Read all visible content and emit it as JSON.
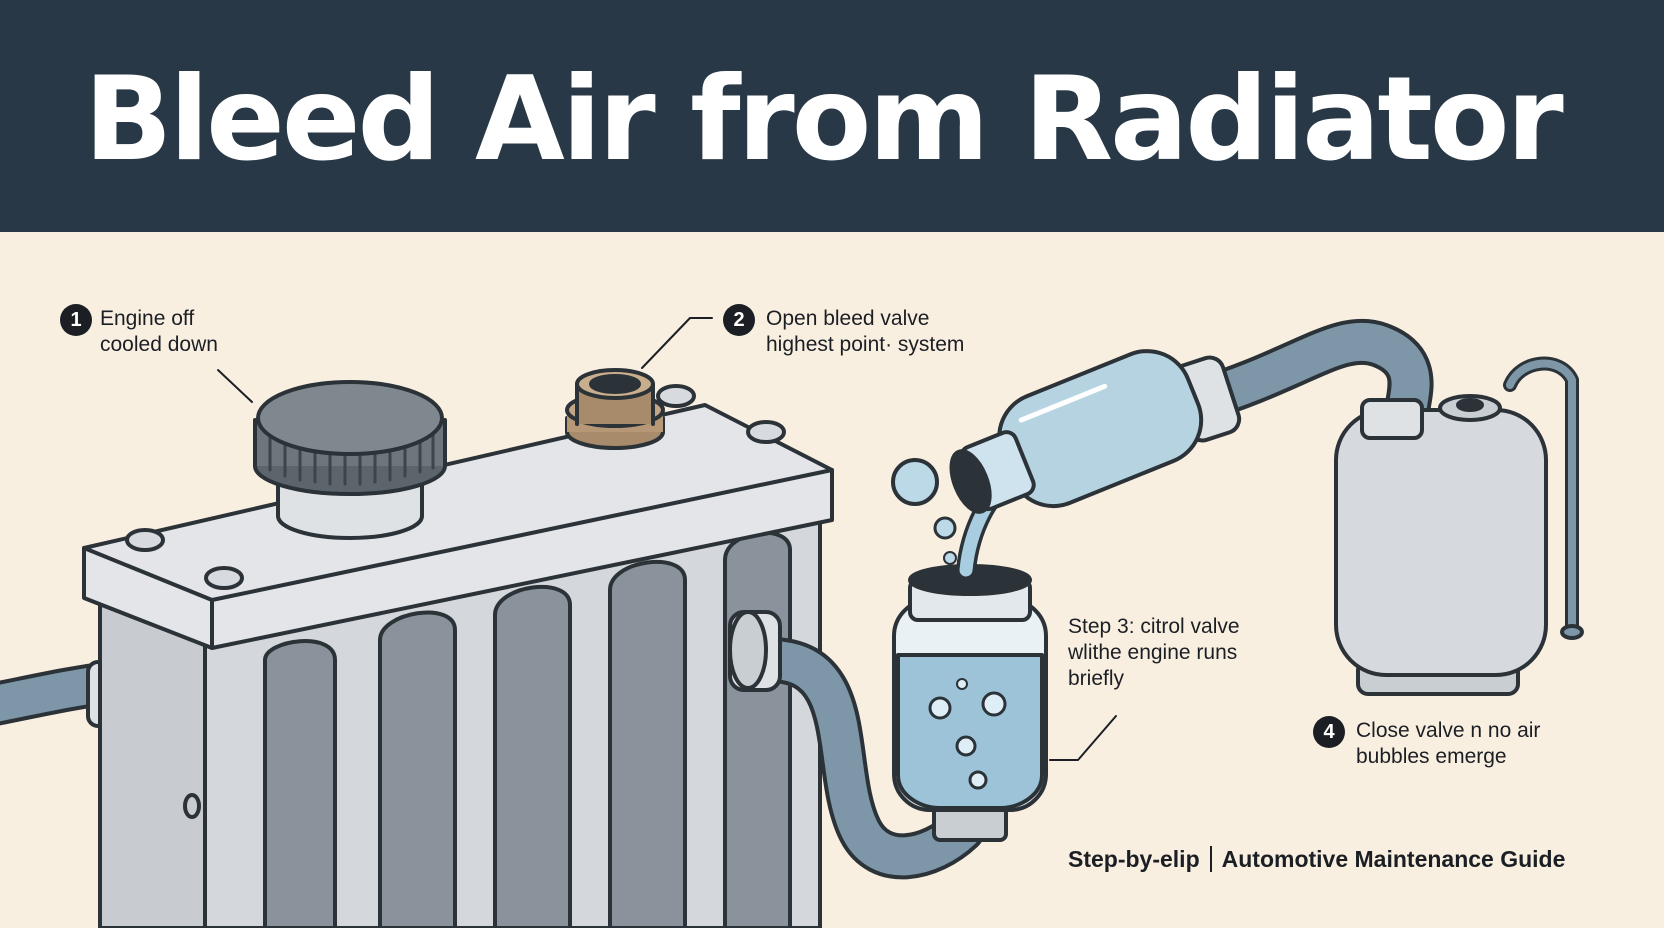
{
  "header": {
    "title": "Bleed Air from Radiator"
  },
  "steps": [
    {
      "number": "1",
      "lines": [
        "Engine off",
        "cooled down"
      ]
    },
    {
      "number": "2",
      "lines": [
        "Open bleed valve",
        "highest point· system"
      ]
    },
    {
      "number": "",
      "lines": [
        "Step 3: citrol valve",
        "wlithe engine runs",
        "briefly"
      ]
    },
    {
      "number": "4",
      "lines": [
        "Close valve n no air",
        "bubbles emerge"
      ]
    }
  ],
  "footer": {
    "left": "Step-by-elip",
    "right": "Automotive Maintenance Guide"
  },
  "colors": {
    "banner": "#283846",
    "background": "#f9efe1",
    "hose": "#7d97a8",
    "coolant": "#9cc3d8",
    "radiator_top": "#e3e5e8",
    "radiator_fins": "#8a939b",
    "bleed_valve": "#a88b6a"
  }
}
